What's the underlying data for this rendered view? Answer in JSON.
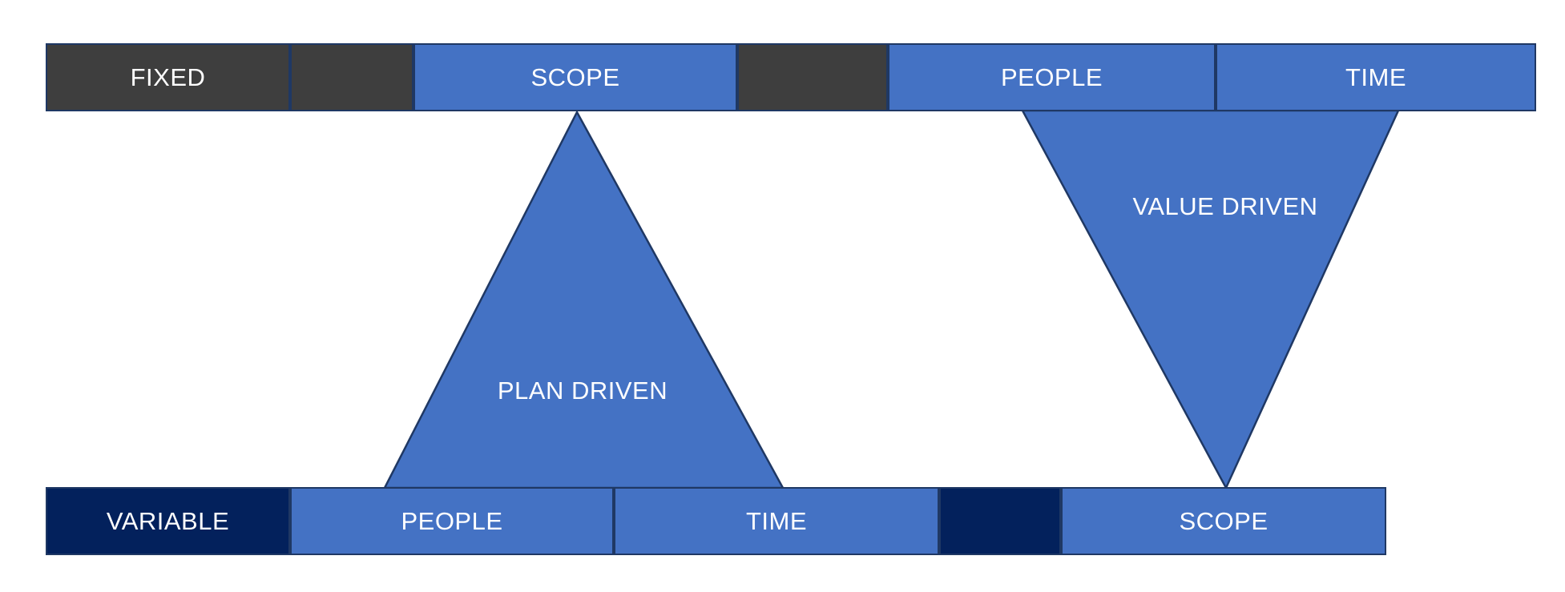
{
  "diagram": {
    "title_hint": "Plan Driven vs Value Driven triangle diagram",
    "top_bar": {
      "fixed_label": "FIXED",
      "items": [
        {
          "label": "FIXED",
          "style": "dark"
        },
        {
          "label": "",
          "style": "dark"
        },
        {
          "label": "SCOPE",
          "style": "blue"
        },
        {
          "label": "",
          "style": "dark"
        },
        {
          "label": "PEOPLE",
          "style": "blue"
        },
        {
          "label": "TIME",
          "style": "blue"
        }
      ]
    },
    "bottom_bar": {
      "variable_label": "VARIABLE",
      "items": [
        {
          "label": "VARIABLE",
          "style": "navy"
        },
        {
          "label": "PEOPLE",
          "style": "blue"
        },
        {
          "label": "TIME",
          "style": "blue"
        },
        {
          "label": "",
          "style": "navy"
        },
        {
          "label": "SCOPE",
          "style": "blue"
        }
      ]
    },
    "triangles": {
      "plan": {
        "label": "PLAN DRIVEN",
        "direction": "up"
      },
      "value": {
        "label": "VALUE DRIVEN",
        "direction": "down"
      }
    }
  },
  "colors": {
    "blue": "#4472C4",
    "dark_gray": "#3E3E3E",
    "navy": "#03215C",
    "border": "#1F3864",
    "text": "#FFFFFF",
    "background": "#FFFFFF"
  }
}
